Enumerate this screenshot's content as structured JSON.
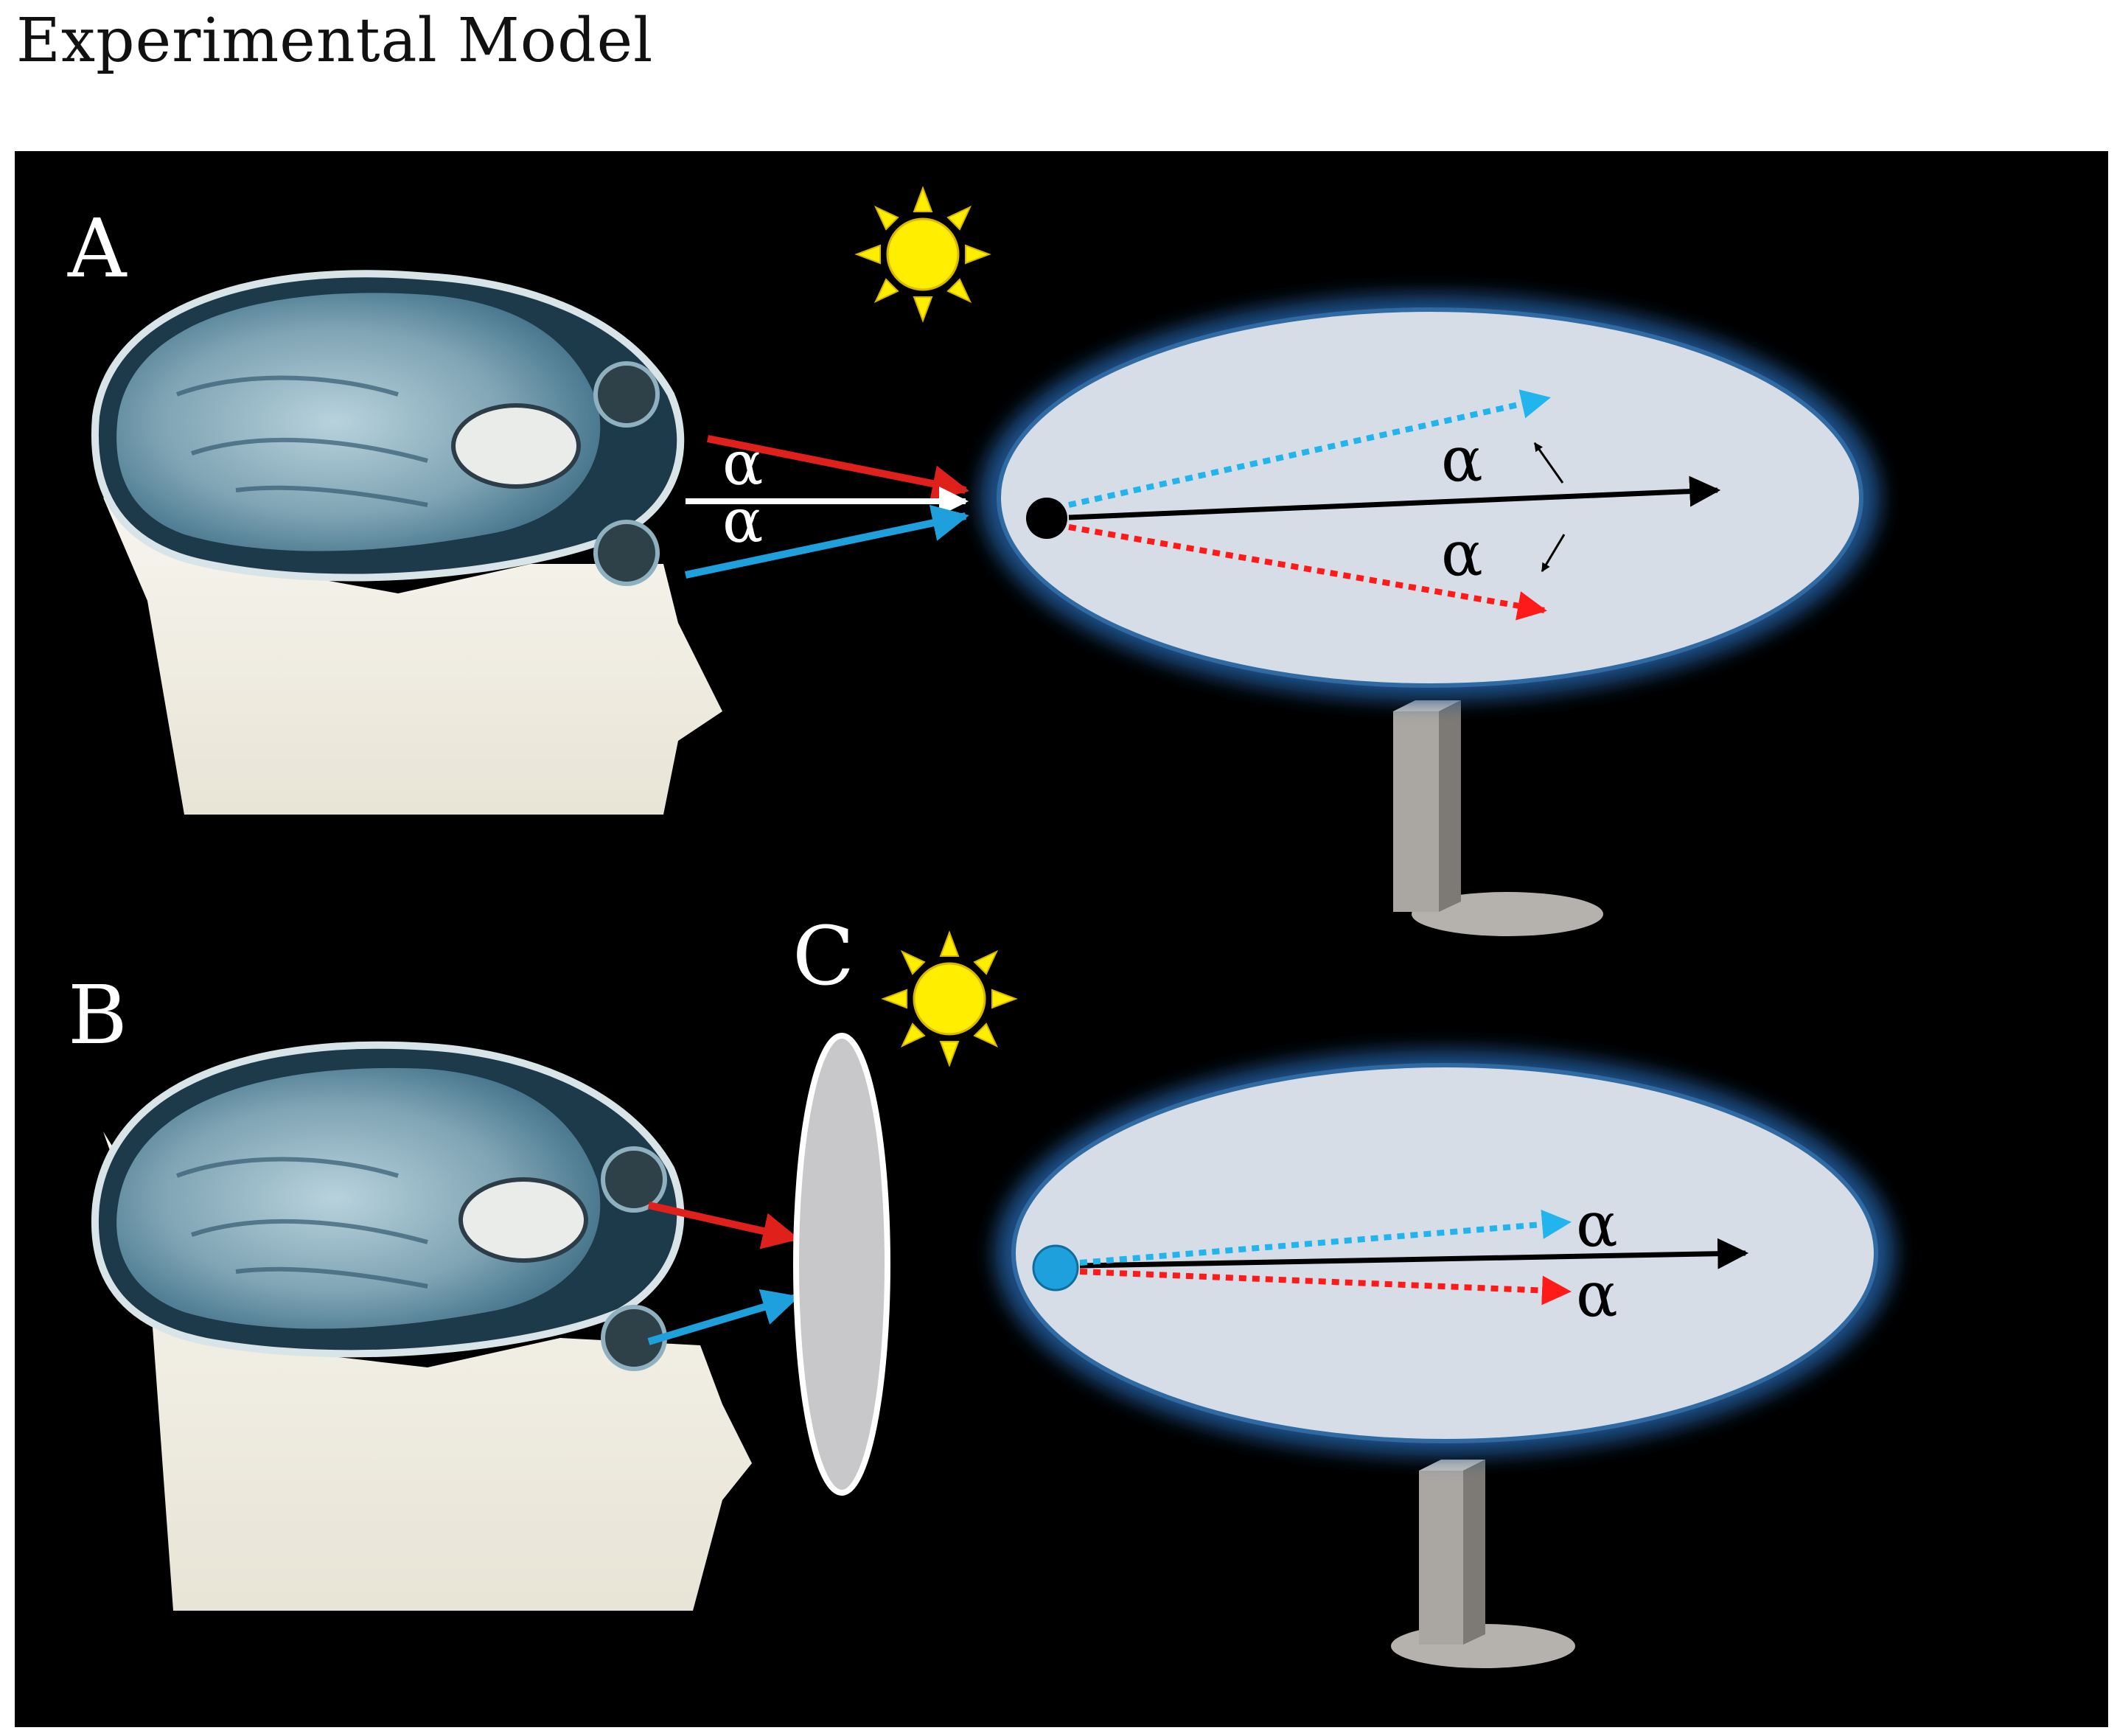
{
  "page": {
    "title": "Experimental Model"
  },
  "diagram": {
    "panel_a_label": "A",
    "panel_b_label": "B",
    "panel_c_label": "C",
    "alpha": "α"
  },
  "colors": {
    "background": "#000000",
    "ray_left": "#e0201a",
    "ray_right": "#1ea0dc",
    "ray_center": "#000000",
    "sun": "#ffee00",
    "screen_fill": "#d6dde6",
    "screen_glow": "#1a4f86",
    "fixation_dot_a": "#000000",
    "fixation_dot_b": "#1ea0dc",
    "occluder": "#c8c8ca",
    "stand": "#a9a6a2"
  }
}
